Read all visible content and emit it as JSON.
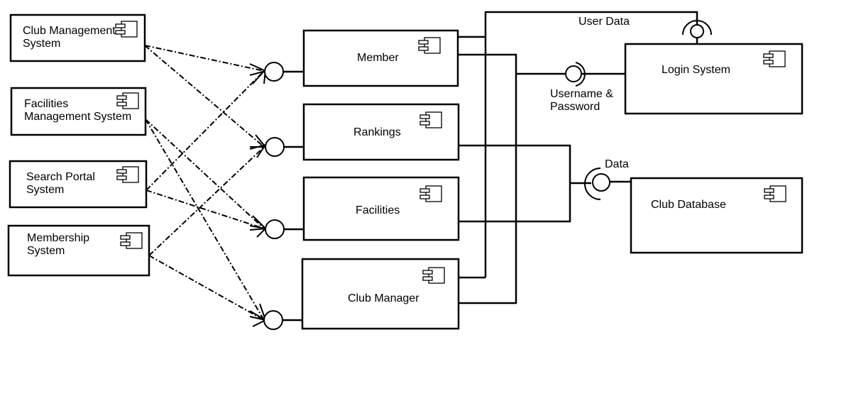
{
  "external_systems": [
    {
      "id": "club-management",
      "lines": [
        "Club Management",
        "System"
      ]
    },
    {
      "id": "facilities-management",
      "lines": [
        "Facilities",
        "Management System"
      ]
    },
    {
      "id": "search-portal",
      "lines": [
        "Search Portal",
        "System"
      ]
    },
    {
      "id": "membership",
      "lines": [
        "Membership",
        "System"
      ]
    }
  ],
  "core_components": [
    {
      "id": "member",
      "label": "Member"
    },
    {
      "id": "rankings",
      "label": "Rankings"
    },
    {
      "id": "facilities",
      "label": "Facilities"
    },
    {
      "id": "club-manager",
      "label": "Club Manager"
    }
  ],
  "services": [
    {
      "id": "login-system",
      "label": "Login System"
    },
    {
      "id": "club-database",
      "label": "Club Database"
    }
  ],
  "interfaces": {
    "user_data": "User Data",
    "credentials": [
      "Username &",
      "Password"
    ],
    "data": "Data"
  }
}
